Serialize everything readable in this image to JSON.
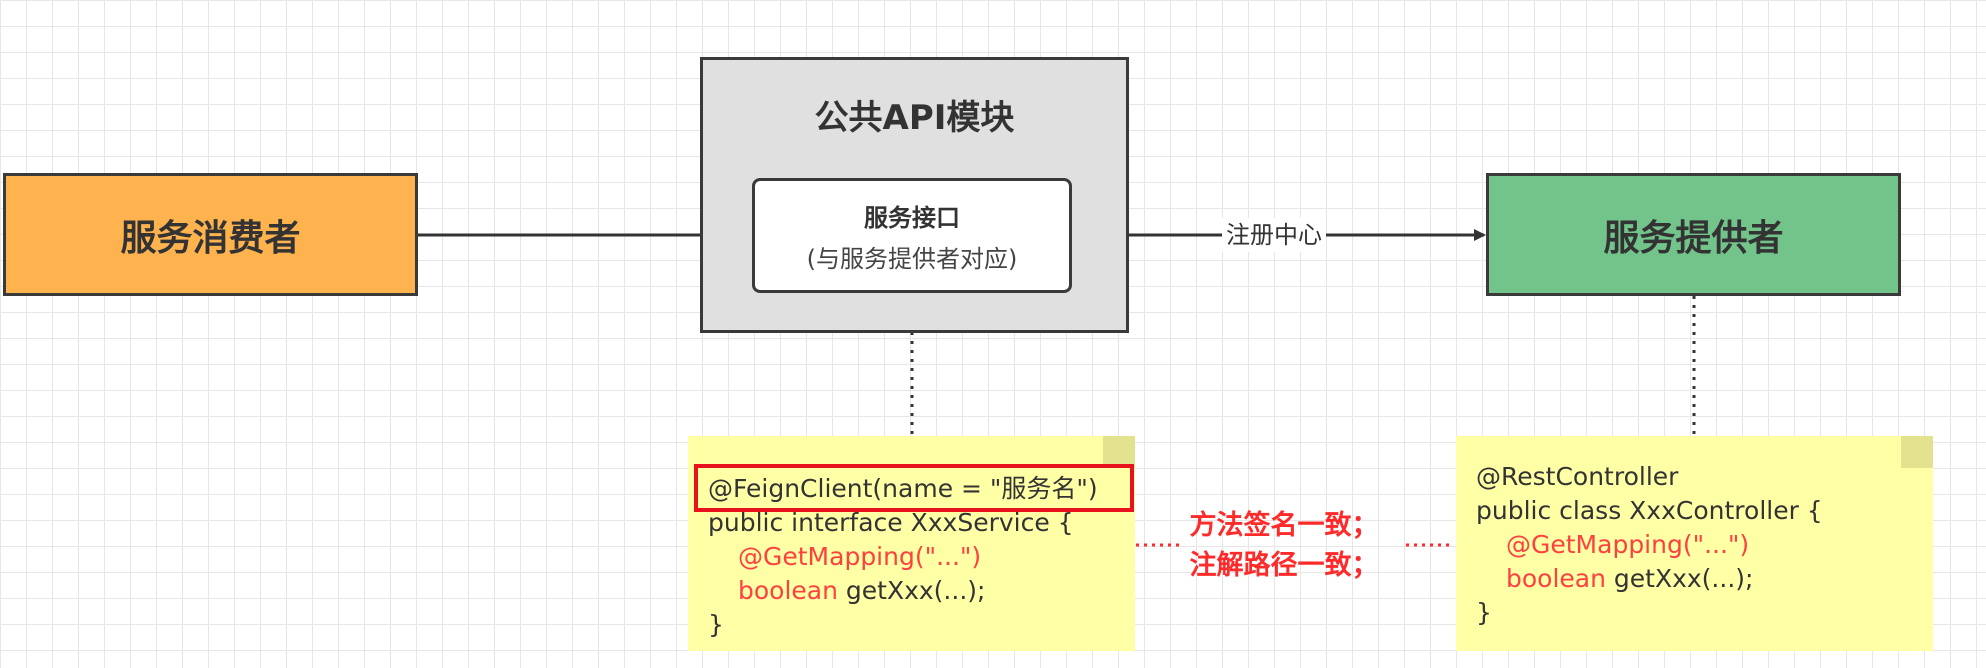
{
  "consumer": {
    "label": "服务消费者"
  },
  "provider": {
    "label": "服务提供者"
  },
  "api_module": {
    "title": "公共API模块",
    "interface_title": "服务接口",
    "interface_subtitle": "(与服务提供者对应)"
  },
  "registry": {
    "label": "注册中心"
  },
  "consumer_note": {
    "annotation": "@FeignClient(name = \"服务名\")",
    "line2": "public interface XxxService {",
    "mapping": "@GetMapping(\"...\")",
    "return_type": "boolean",
    "method": " getXxx(...);",
    "close": "}"
  },
  "provider_note": {
    "annotation": "@RestController",
    "line2": "public class XxxController {",
    "mapping": "@GetMapping(\"...\")",
    "return_type": "boolean",
    "method": " getXxx(...);",
    "close": "}"
  },
  "agreement": {
    "line1": "方法签名一致；",
    "line2": "注解路径一致；"
  },
  "colors": {
    "consumer_fill": "#ffb34f",
    "provider_fill": "#73c48b",
    "module_fill": "#e0e0e0",
    "note_fill": "#ffffa6",
    "highlight": "#e8121c",
    "keyword": "#ff4040"
  }
}
